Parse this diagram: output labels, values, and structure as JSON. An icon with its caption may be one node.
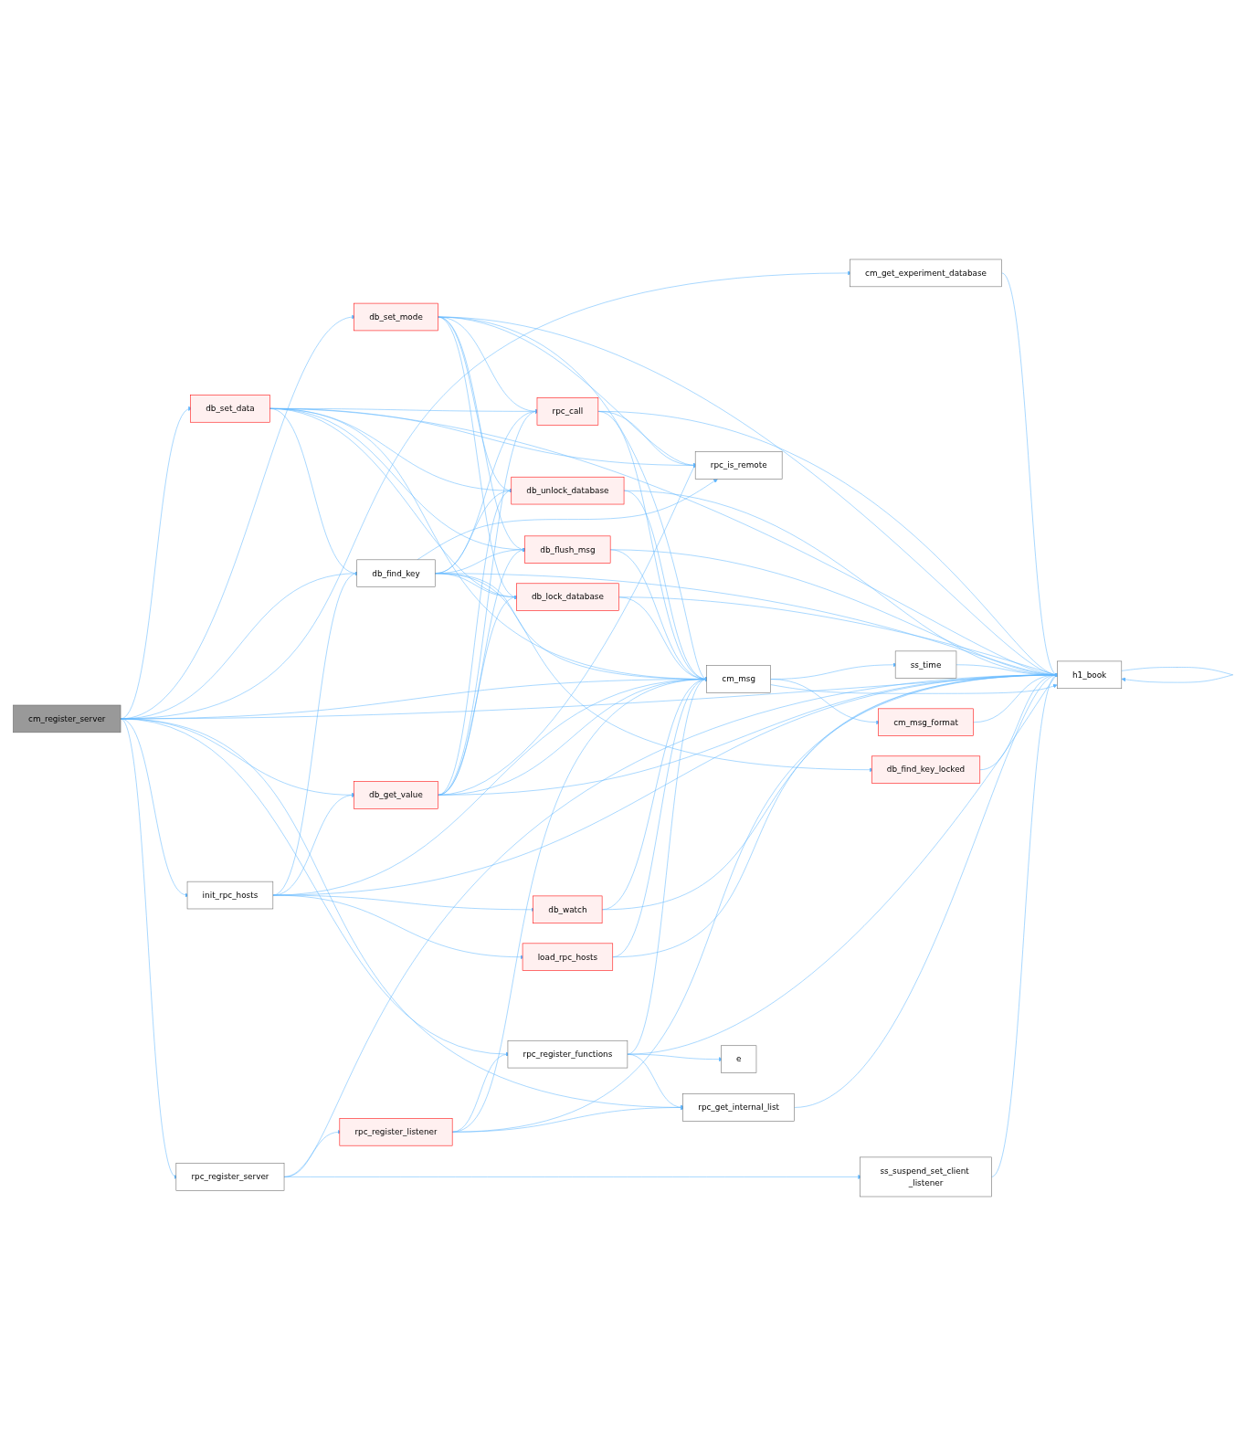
{
  "diagram": {
    "nodes": [
      {
        "text": [
          "cm_register_server"
        ]
      },
      {
        "text": [
          "db_set_data"
        ]
      },
      {
        "text": [
          "init_rpc_hosts"
        ]
      },
      {
        "text": [
          "rpc_register_server"
        ]
      },
      {
        "text": [
          "db_set_mode"
        ]
      },
      {
        "text": [
          "db_get_value"
        ]
      },
      {
        "text": [
          "db_find_key"
        ]
      },
      {
        "text": [
          "rpc_register_listener"
        ]
      },
      {
        "text": [
          "rpc_call"
        ]
      },
      {
        "text": [
          "db_unlock_database"
        ]
      },
      {
        "text": [
          "db_flush_msg"
        ]
      },
      {
        "text": [
          "db_lock_database"
        ]
      },
      {
        "text": [
          "db_watch"
        ]
      },
      {
        "text": [
          "load_rpc_hosts"
        ]
      },
      {
        "text": [
          "rpc_register_functions"
        ]
      },
      {
        "text": [
          "rpc_is_remote"
        ]
      },
      {
        "text": [
          "cm_msg"
        ]
      },
      {
        "text": [
          "db_find_key_locked"
        ]
      },
      {
        "text": [
          "e"
        ]
      },
      {
        "text": [
          "rpc_get_internal_list"
        ]
      },
      {
        "text": [
          "cm_get_experiment_database"
        ]
      },
      {
        "text": [
          "ss_time"
        ]
      },
      {
        "text": [
          "cm_msg_format"
        ]
      },
      {
        "text": [
          "ss_suspend_set_client _listener"
        ]
      },
      {
        "text": [
          "h1_book"
        ]
      }
    ],
    "edges": [
      {
        "from": 0,
        "to": 24,
        "arrow": "to"
      },
      {
        "from": 0,
        "to": 20,
        "arrow": "to"
      },
      {
        "from": 0,
        "to": 4,
        "arrow": "to"
      },
      {
        "from": 0,
        "to": 1,
        "arrow": "to"
      },
      {
        "from": 0,
        "to": 5,
        "arrow": "to"
      },
      {
        "from": 0,
        "to": 6,
        "arrow": "to"
      },
      {
        "from": 0,
        "to": 16,
        "arrow": "to"
      },
      {
        "from": 0,
        "to": 2,
        "arrow": "to"
      },
      {
        "from": 0,
        "to": 14,
        "arrow": "to"
      },
      {
        "from": 0,
        "to": 19,
        "arrow": "to"
      },
      {
        "from": 0,
        "to": 3,
        "arrow": "to"
      },
      {
        "from": 1,
        "to": 24,
        "arrow": "to"
      },
      {
        "from": 1,
        "to": 15,
        "arrow": "to"
      },
      {
        "from": 1,
        "to": 8,
        "arrow": "to"
      },
      {
        "from": 1,
        "to": 9,
        "arrow": "to"
      },
      {
        "from": 1,
        "to": 10,
        "arrow": "to"
      },
      {
        "from": 1,
        "to": 11,
        "arrow": "to"
      },
      {
        "from": 1,
        "to": 6,
        "arrow": "to"
      },
      {
        "from": 1,
        "to": 16,
        "arrow": "to"
      },
      {
        "from": 4,
        "to": 24,
        "arrow": "to"
      },
      {
        "from": 4,
        "to": 15,
        "arrow": "to"
      },
      {
        "from": 4,
        "to": 8,
        "arrow": "to"
      },
      {
        "from": 4,
        "to": 16,
        "arrow": "to"
      },
      {
        "from": 4,
        "to": 9,
        "arrow": "to"
      },
      {
        "from": 4,
        "to": 10,
        "arrow": "to"
      },
      {
        "from": 4,
        "to": 11,
        "arrow": "to"
      },
      {
        "from": 5,
        "to": 15,
        "arrow": "to"
      },
      {
        "from": 5,
        "to": 8,
        "arrow": "to"
      },
      {
        "from": 5,
        "to": 9,
        "arrow": "to"
      },
      {
        "from": 5,
        "to": 10,
        "arrow": "to"
      },
      {
        "from": 5,
        "to": 11,
        "arrow": "to"
      },
      {
        "from": 5,
        "to": 16,
        "arrow": "to"
      },
      {
        "from": 5,
        "to": 24,
        "arrow": "to"
      },
      {
        "from": 6,
        "to": 15,
        "arrow": "to"
      },
      {
        "from": 6,
        "to": 8,
        "arrow": "to"
      },
      {
        "from": 6,
        "to": 9,
        "arrow": "to"
      },
      {
        "from": 6,
        "to": 10,
        "arrow": "to"
      },
      {
        "from": 6,
        "to": 11,
        "arrow": "to"
      },
      {
        "from": 6,
        "to": 16,
        "arrow": "to"
      },
      {
        "from": 6,
        "to": 24,
        "arrow": "to"
      },
      {
        "from": 6,
        "to": 17,
        "arrow": "to"
      },
      {
        "from": 2,
        "to": 5,
        "arrow": "to"
      },
      {
        "from": 2,
        "to": 6,
        "arrow": "to"
      },
      {
        "from": 2,
        "to": 16,
        "arrow": "to"
      },
      {
        "from": 2,
        "to": 12,
        "arrow": "to"
      },
      {
        "from": 2,
        "to": 13,
        "arrow": "to"
      },
      {
        "from": 2,
        "to": 24,
        "arrow": "to"
      },
      {
        "from": 3,
        "to": 7,
        "arrow": "to"
      },
      {
        "from": 3,
        "to": 23,
        "arrow": "to"
      },
      {
        "from": 3,
        "to": 24,
        "arrow": "to"
      },
      {
        "from": 7,
        "to": 16,
        "arrow": "to"
      },
      {
        "from": 7,
        "to": 14,
        "arrow": "to"
      },
      {
        "from": 7,
        "to": 19,
        "arrow": "to"
      },
      {
        "from": 7,
        "to": 24,
        "arrow": "to"
      },
      {
        "from": 8,
        "to": 15,
        "arrow": "to"
      },
      {
        "from": 8,
        "to": 16,
        "arrow": "to"
      },
      {
        "from": 8,
        "to": 24,
        "arrow": "to"
      },
      {
        "from": 9,
        "to": 16,
        "arrow": "to"
      },
      {
        "from": 9,
        "to": 24,
        "arrow": "to"
      },
      {
        "from": 10,
        "to": 16,
        "arrow": "to"
      },
      {
        "from": 10,
        "to": 24,
        "arrow": "to"
      },
      {
        "from": 11,
        "to": 16,
        "arrow": "to"
      },
      {
        "from": 11,
        "to": 24,
        "arrow": "to"
      },
      {
        "from": 12,
        "to": 16,
        "arrow": "to"
      },
      {
        "from": 12,
        "to": 24,
        "arrow": "to"
      },
      {
        "from": 13,
        "to": 16,
        "arrow": "to"
      },
      {
        "from": 13,
        "to": 24,
        "arrow": "to"
      },
      {
        "from": 14,
        "to": 16,
        "arrow": "to"
      },
      {
        "from": 14,
        "to": 24,
        "arrow": "to"
      },
      {
        "from": 14,
        "to": 18,
        "arrow": "to"
      },
      {
        "from": 14,
        "to": 19,
        "arrow": "to"
      },
      {
        "from": 16,
        "to": 21,
        "arrow": "to"
      },
      {
        "from": 16,
        "to": 24,
        "arrow": "to"
      },
      {
        "from": 16,
        "to": 22,
        "arrow": "to"
      },
      {
        "from": 17,
        "to": 24,
        "arrow": "to"
      },
      {
        "from": 19,
        "to": 24,
        "arrow": "to"
      },
      {
        "from": 20,
        "to": 24,
        "arrow": "to"
      },
      {
        "from": 21,
        "to": 24,
        "arrow": "to"
      },
      {
        "from": 22,
        "to": 24,
        "arrow": "to"
      },
      {
        "from": 23,
        "to": 24,
        "arrow": "to"
      },
      {
        "from": 24,
        "to": 24,
        "arrow": "to"
      }
    ]
  }
}
